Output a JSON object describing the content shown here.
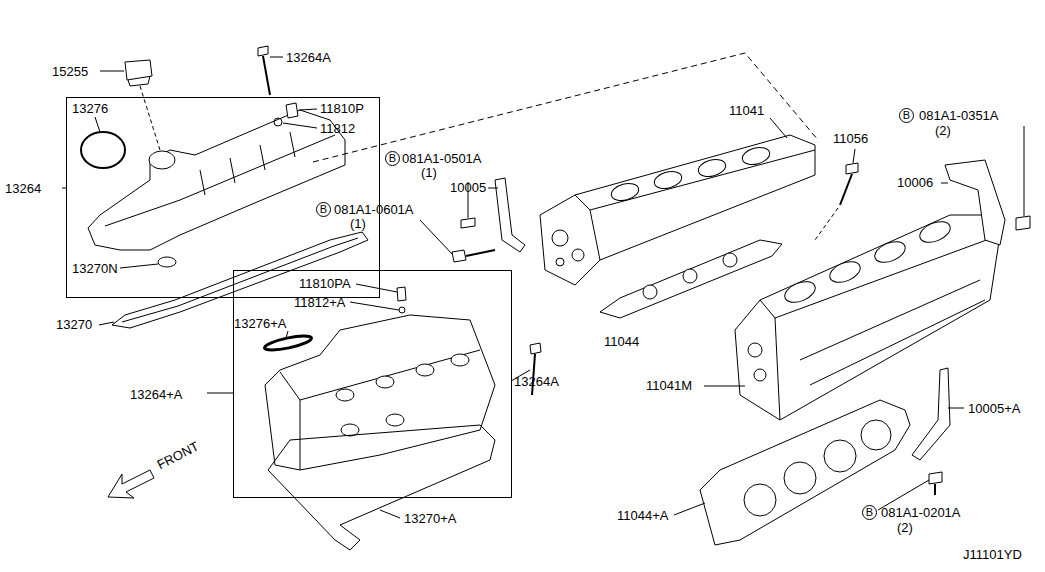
{
  "diagram": {
    "nodes": [
      {
        "text": [
          "13264"
        ]
      },
      {
        "text": [
          "B"
        ]
      },
      {
        "text": [
          "B"
        ]
      },
      {
        "text": [
          "B"
        ]
      },
      {
        "text": [
          "13264+A"
        ]
      },
      {
        "text": [
          "B"
        ]
      }
    ],
    "labels": [
      "15255",
      "13264A",
      "11810P",
      "11812",
      "13276",
      "13270N",
      "13270",
      "081A1-0501A",
      "(1)",
      "081A1-0601A",
      "(1)",
      "10005",
      "11041",
      "11056",
      "081A1-0351A",
      "(2)",
      "10006",
      "11044",
      "11041M",
      "10005+A",
      "11810PA",
      "11812+A",
      "13276+A",
      "13264A",
      "13270+A",
      "11044+A",
      "081A1-0201A",
      "(2)",
      "J11101YD",
      "FRONT"
    ]
  }
}
